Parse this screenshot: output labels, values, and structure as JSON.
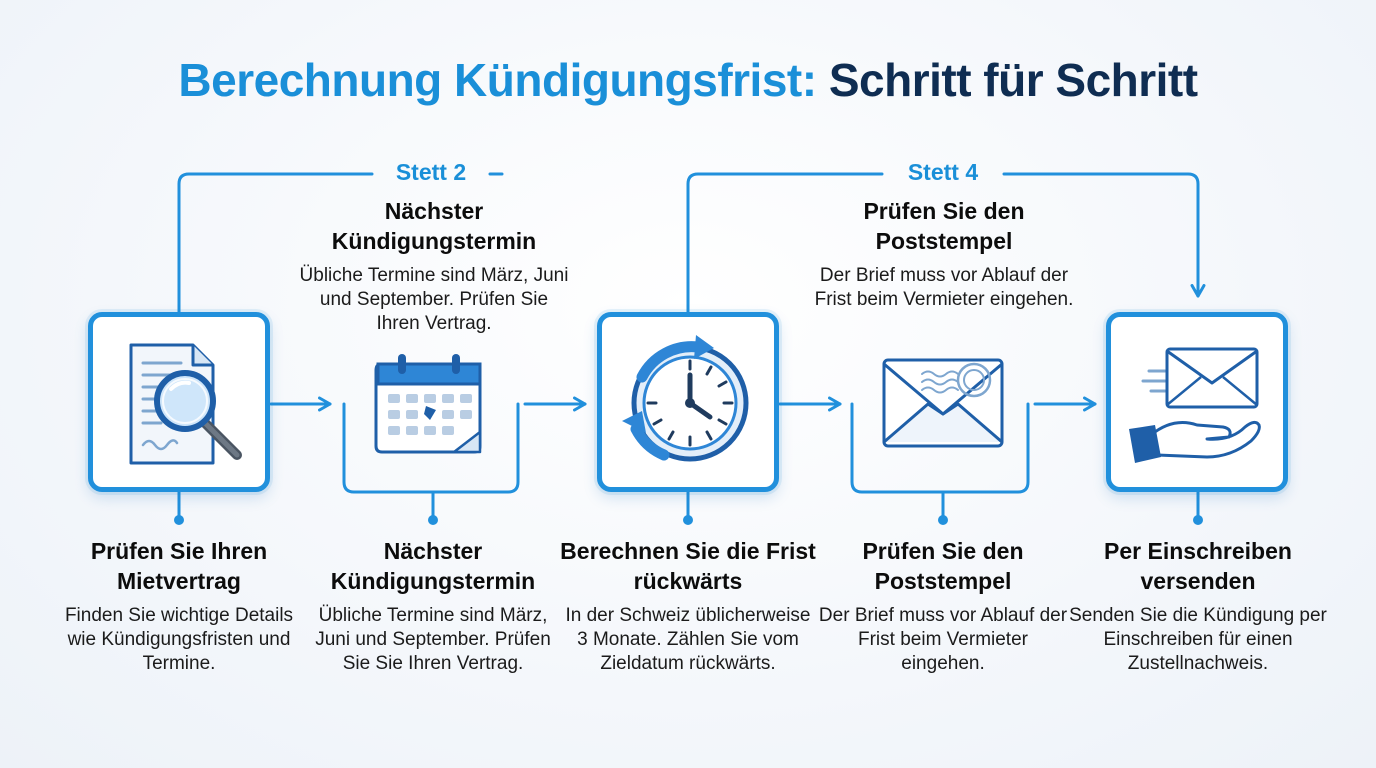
{
  "title": {
    "part1": "Berechnung Kündigungsfrist:",
    "part2": "Schritt für Schritt"
  },
  "colors": {
    "primary_blue": "#2190dc",
    "title_blue": "#1a8fd8",
    "title_navy": "#0f2d52",
    "icon_dark_blue": "#1f5fa8"
  },
  "top_callouts": [
    {
      "label": "Stett 2",
      "head": "Nächster Kündigungstermin",
      "desc": "Übliche Termine sind März, Juni und September. Prüfen Sie Ihren Vertrag."
    },
    {
      "label": "Stett 4",
      "head": "Prüfen Sie den Poststempel",
      "desc": "Der Brief muss vor Ablauf der Frist beim Vermieter eingehen."
    }
  ],
  "steps": [
    {
      "icon": "document-magnifier-icon",
      "head": "Prüfen Sie Ihren Mietvertrag",
      "desc": "Finden Sie wichtige Details wie Kündigungsfristen und Termine."
    },
    {
      "icon": "calendar-icon",
      "head": "Nächster Kündigungstermin",
      "desc": "Übliche Termine sind März, Juni und September. Prüfen Sie Sie Ihren Vertrag."
    },
    {
      "icon": "clock-countdown-icon",
      "head": "Berechnen Sie die Frist rückwärts",
      "desc": "In der Schweiz üblicherweise 3 Monate. Zählen Sie vom Zieldatum rückwärts."
    },
    {
      "icon": "stamped-envelope-icon",
      "head": "Prüfen Sie den Poststempel",
      "desc": "Der Brief muss vor Ablauf der Frist beim Vermieter eingehen."
    },
    {
      "icon": "envelope-hand-icon",
      "head": "Per Einschreiben versenden",
      "desc": "Senden Sie die Kündigung per Einschreiben für einen Zustellnachweis."
    }
  ]
}
